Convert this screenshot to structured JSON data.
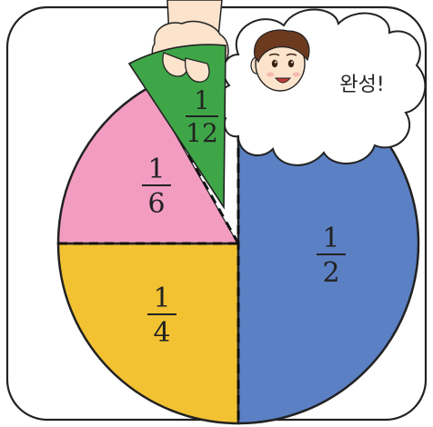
{
  "speech_bubble": {
    "text": "완성!"
  },
  "pie": {
    "sectors": [
      {
        "name": "half",
        "numerator": "1",
        "denominator": "2",
        "value": 0.5,
        "color": "#5b80c4"
      },
      {
        "name": "quarter",
        "numerator": "1",
        "denominator": "4",
        "value": 0.25,
        "color": "#f2c233"
      },
      {
        "name": "sixth",
        "numerator": "1",
        "denominator": "6",
        "value": 0.1667,
        "color": "#f29cc2"
      },
      {
        "name": "twelfth",
        "numerator": "1",
        "denominator": "12",
        "value": 0.0833,
        "color": "#3fa648"
      }
    ]
  },
  "colors": {
    "outline": "#222222",
    "skin": "#fbe3cc",
    "hair": "#6b3a1f",
    "bubble": "#ffffff"
  }
}
